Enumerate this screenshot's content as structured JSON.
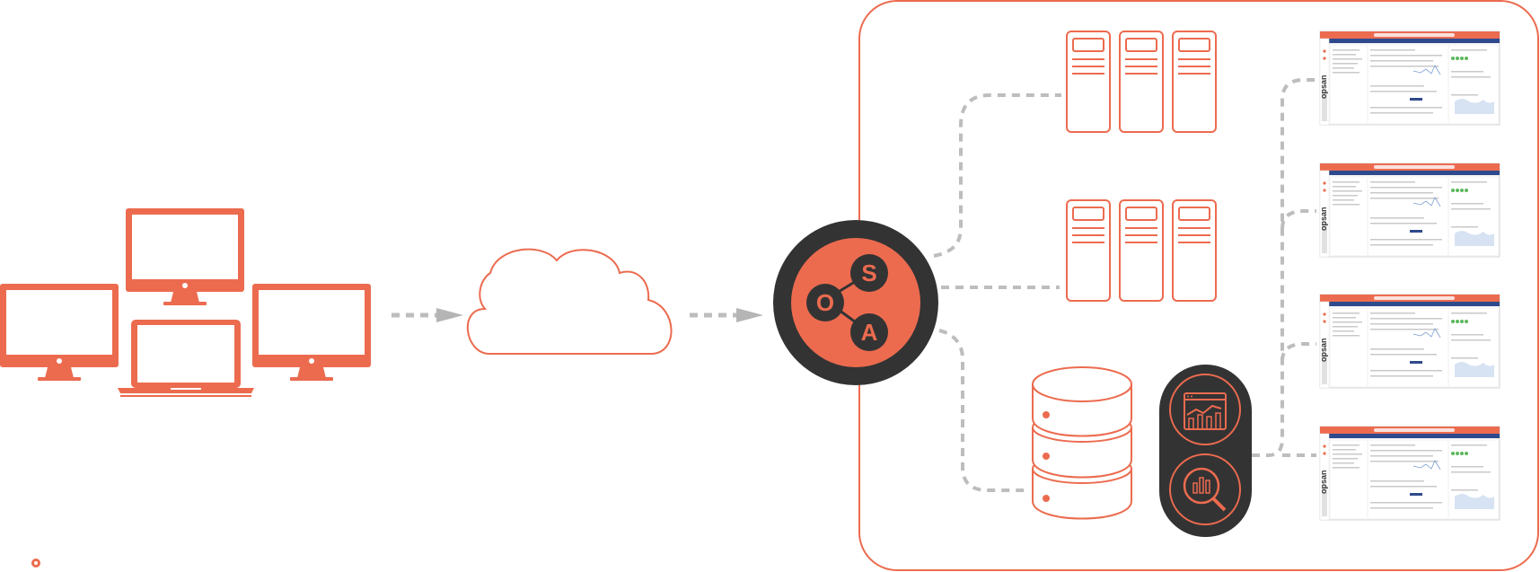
{
  "diagram": {
    "center_node": {
      "letters": [
        "S",
        "O",
        "A"
      ]
    },
    "dashboard_brand": "opsan",
    "colors": {
      "accent": "#ec6b4f",
      "dark": "#333333",
      "connector": "#bdbdbd",
      "dashboard_header": "#2e4a8c",
      "white": "#ffffff"
    },
    "icons": {
      "clients": [
        "desktop-monitor-icon",
        "desktop-monitor-icon",
        "laptop-icon",
        "desktop-monitor-icon"
      ],
      "network": "cloud-icon",
      "servers": "server-rack-icon",
      "storage": "database-icon",
      "analytics": [
        "analytics-chart-icon",
        "magnify-chart-icon"
      ],
      "outputs": "dashboard-screenshot-icon"
    }
  }
}
